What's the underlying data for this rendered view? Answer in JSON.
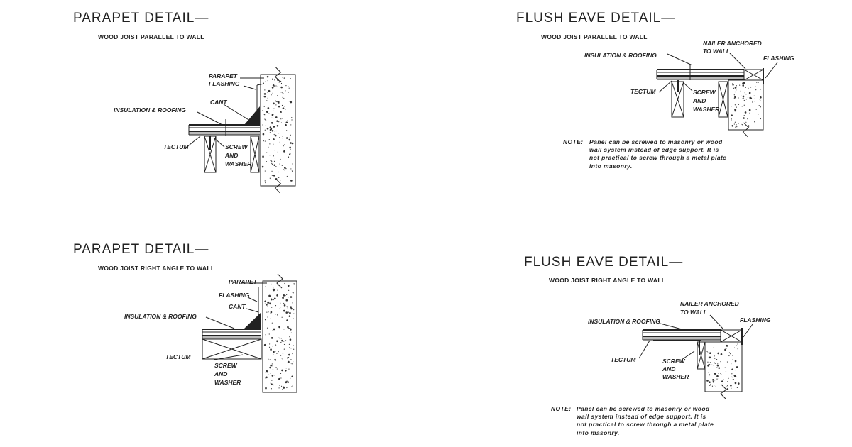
{
  "details": [
    {
      "title": "PARAPET DETAIL—",
      "subtitle": "WOOD JOIST PARALLEL TO WALL",
      "labels": {
        "parapet": "PARAPET",
        "flashing": "FLASHING",
        "cant": "CANT",
        "insulation": "INSULATION & ROOFING",
        "tectum": "TECTUM",
        "screw": "SCREW",
        "and": "AND",
        "washer": "WASHER"
      }
    },
    {
      "title": "PARAPET DETAIL—",
      "subtitle": "WOOD JOIST RIGHT ANGLE TO WALL",
      "labels": {
        "parapet": "PARAPET",
        "flashing": "FLASHING",
        "cant": "CANT",
        "insulation": "INSULATION & ROOFING",
        "tectum": "TECTUM",
        "screw": "SCREW",
        "and": "AND",
        "washer": "WASHER"
      }
    },
    {
      "title": "FLUSH EAVE DETAIL—",
      "subtitle": "WOOD JOIST PARALLEL TO WALL",
      "labels": {
        "nailer1": "NAILER ANCHORED",
        "nailer2": "TO WALL",
        "flashing": "FLASHING",
        "insulation": "INSULATION & ROOFING",
        "tectum": "TECTUM",
        "screw": "SCREW",
        "and": "AND",
        "washer": "WASHER"
      },
      "note": {
        "head": "NOTE:",
        "lines": [
          "Panel can be screwed to masonry or wood",
          "wall system instead of edge support.  It is",
          "not practical to screw through a metal plate",
          "into masonry."
        ]
      }
    },
    {
      "title": "FLUSH EAVE DETAIL—",
      "subtitle": "WOOD JOIST RIGHT ANGLE TO WALL",
      "labels": {
        "nailer1": "NAILER ANCHORED",
        "nailer2": "TO WALL",
        "flashing": "FLASHING",
        "insulation": "INSULATION & ROOFING",
        "tectum": "TECTUM",
        "screw": "SCREW",
        "and": "AND",
        "washer": "WASHER"
      },
      "note": {
        "head": "NOTE:",
        "lines": [
          "Panel can be screwed to masonry or wood",
          "wall system instead of edge support.  It is",
          "not practical to screw through a metal plate",
          "into masonry."
        ]
      }
    }
  ]
}
